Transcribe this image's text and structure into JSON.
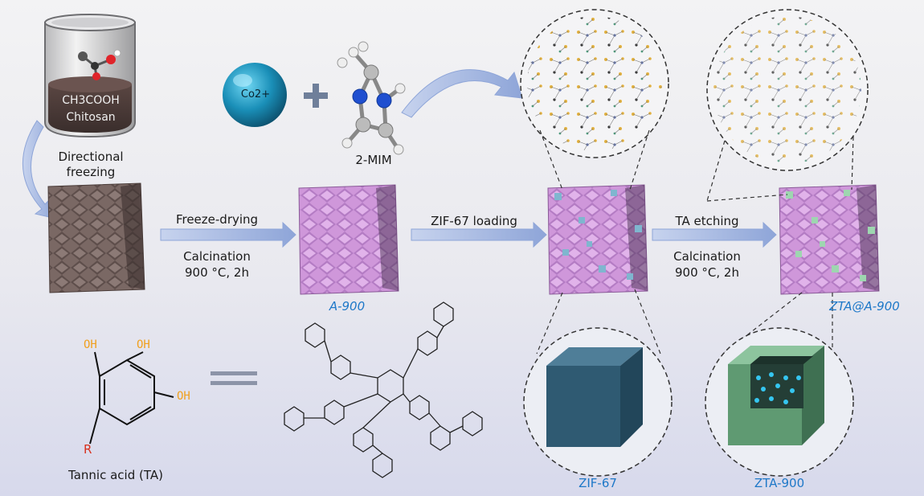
{
  "labels": {
    "ch3cooh": "CH3COOH",
    "chitosan": "Chitosan",
    "directional_freezing": "Directional freezing",
    "co": "Co2+",
    "mim": "2-MIM",
    "freeze_drying": "Freeze-drying",
    "calcination1": "Calcination",
    "cond1": "900 °C, 2h",
    "zif_loading": "ZIF-67 loading",
    "ta_etching": "TA etching",
    "calcination2": "Calcination",
    "cond2": "900 °C, 2h",
    "a900": "A-900",
    "zta_a900": "ZTA@A-900",
    "zif67": "ZIF-67",
    "zta900": "ZTA-900",
    "oh1": "OH",
    "oh2": "OH",
    "oh3": "OH",
    "r": "R",
    "tannic_acid": "Tannic acid (TA)"
  },
  "colors": {
    "scaffold_brown": "#6e5d5a",
    "scaffold_pink": "#c98fd6",
    "cobalt_sphere": "#1a8fb8",
    "zif_cube": "#2f5a72",
    "zta_cube": "#5f9a72",
    "accent_blue": "#1e78c8",
    "hydroxyl_orange": "#f0a01e",
    "arrow_blue": "#a6b8e0"
  }
}
